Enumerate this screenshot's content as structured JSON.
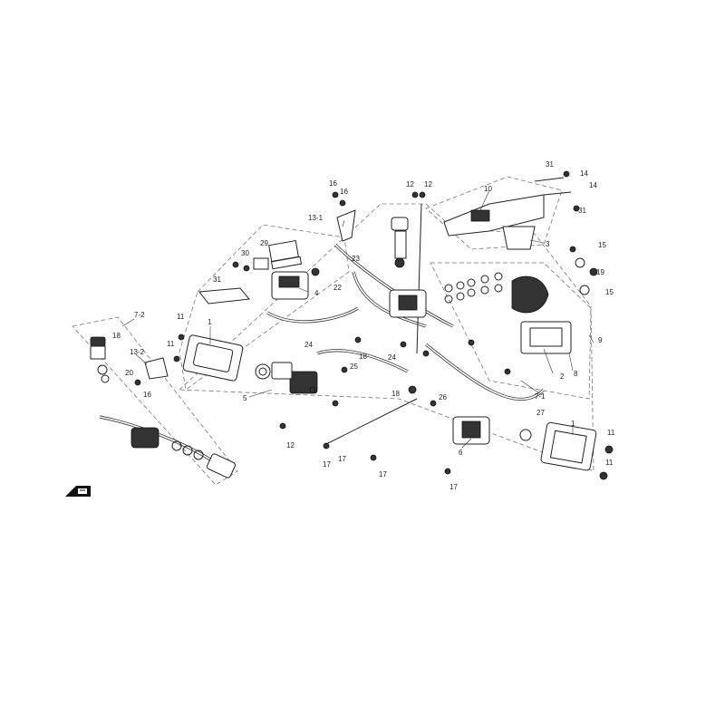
{
  "callouts": {
    "c1a": "1",
    "c1b": "1",
    "c2": "2",
    "c3": "3",
    "c4": "4",
    "c5": "5",
    "c6": "6",
    "c7_1": "7-1",
    "c7_2": "7-2",
    "c8": "8",
    "c9": "9",
    "c10": "10",
    "c11a": "11",
    "c11b": "11",
    "c11c": "11",
    "c11d": "11",
    "c12a": "12",
    "c12b": "12",
    "c12c": "12",
    "c13_1": "13-1",
    "c13_2": "13-2",
    "c14a": "14",
    "c14b": "14",
    "c15a": "15",
    "c15b": "15",
    "c16a": "16",
    "c16b": "16",
    "c16c": "16",
    "c17a": "17",
    "c17b": "17",
    "c17c": "17",
    "c17d": "17",
    "c18a": "18",
    "c18b": "18",
    "c18c": "18",
    "c19": "19",
    "c20": "20",
    "c22": "22",
    "c23": "23",
    "c24a": "24",
    "c24b": "24",
    "c25": "25",
    "c26": "26",
    "c27": "27",
    "c29": "29",
    "c30": "30",
    "c31a": "31",
    "c31b": "31",
    "c31c": "31"
  }
}
